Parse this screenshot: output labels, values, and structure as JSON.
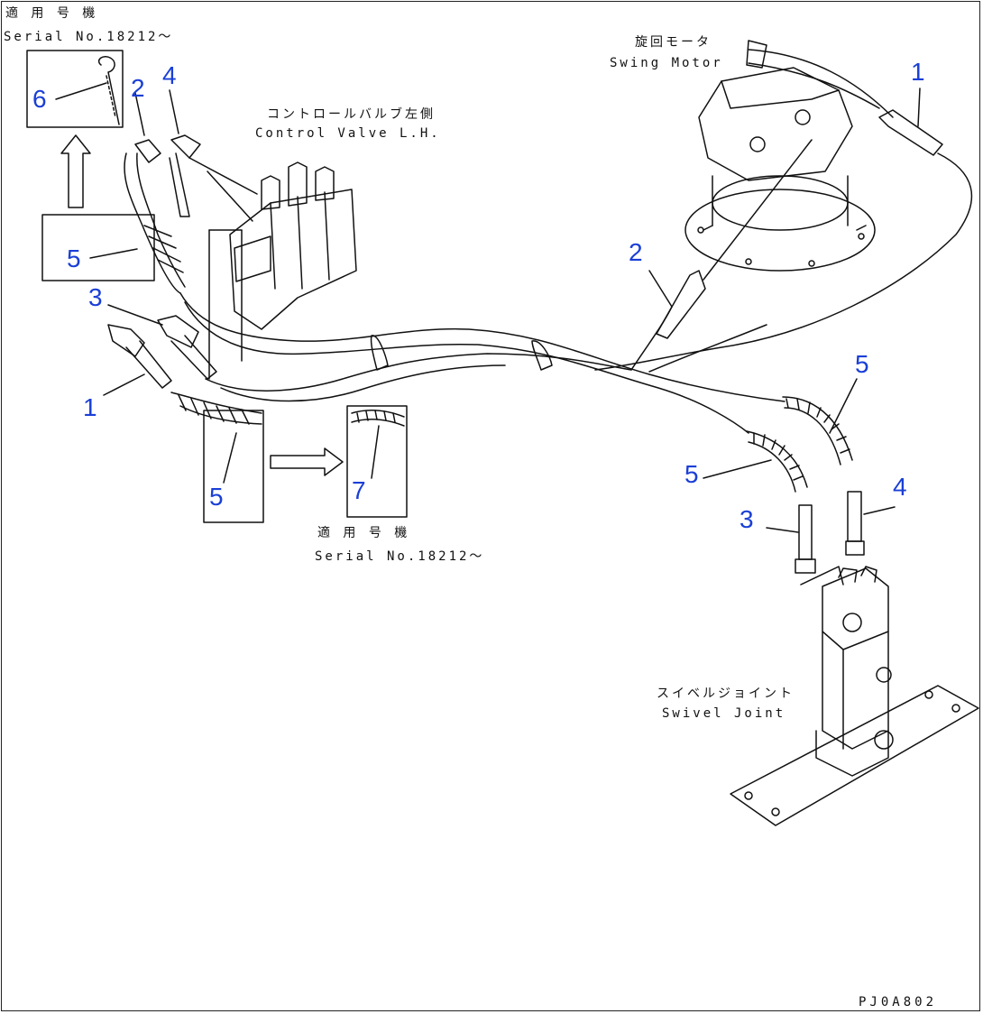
{
  "serial_top": {
    "jp": "適 用 号 機",
    "en": "Serial No.18212～"
  },
  "serial_mid": {
    "jp": "適 用 号 機",
    "en": "Serial No.18212～"
  },
  "control_valve": {
    "jp": "コントロールバルブ左側",
    "en": "Control Valve L.H."
  },
  "swing_motor": {
    "jp": "旋回モータ",
    "en": "Swing Motor"
  },
  "swivel_joint": {
    "jp": "スイベルジョイント",
    "en": "Swivel Joint"
  },
  "drawing_code": "PJ0A802",
  "callouts": {
    "c6": "6",
    "c2a": "2",
    "c4a": "4",
    "c5a": "5",
    "c3a": "3",
    "c1a": "1",
    "c5b": "5",
    "c7": "7",
    "c1b": "1",
    "c2b": "2",
    "c5c": "5",
    "c5d": "5",
    "c4b": "4",
    "c3b": "3"
  },
  "colors": {
    "callout": "#1a3fd6",
    "line": "#111111"
  }
}
